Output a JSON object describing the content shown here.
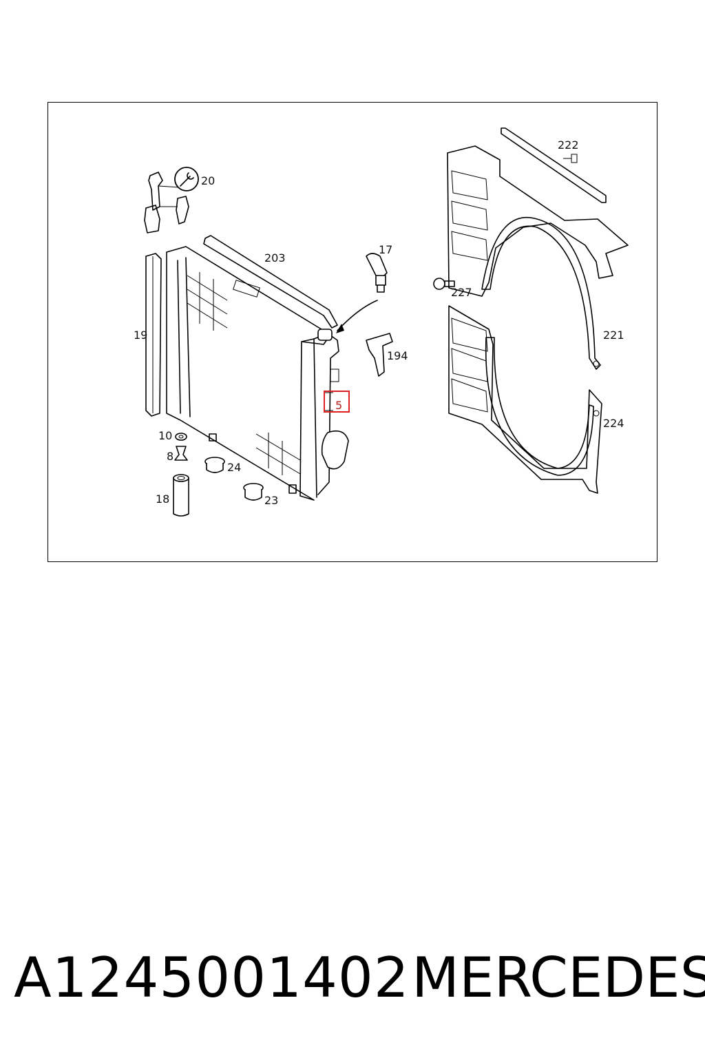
{
  "diagram": {
    "labels": {
      "l20": "20",
      "l203": "203",
      "l17": "17",
      "l227": "227",
      "l222": "222",
      "l19": "19",
      "l194": "194",
      "l221": "221",
      "l5": "5",
      "l224": "224",
      "l10": "10",
      "l8": "8",
      "l24": "24",
      "l18": "18",
      "l23": "23"
    },
    "highlight_color": "#e02020"
  },
  "footer": {
    "part_number": "A1245001402",
    "brand": "MERCEDES"
  }
}
